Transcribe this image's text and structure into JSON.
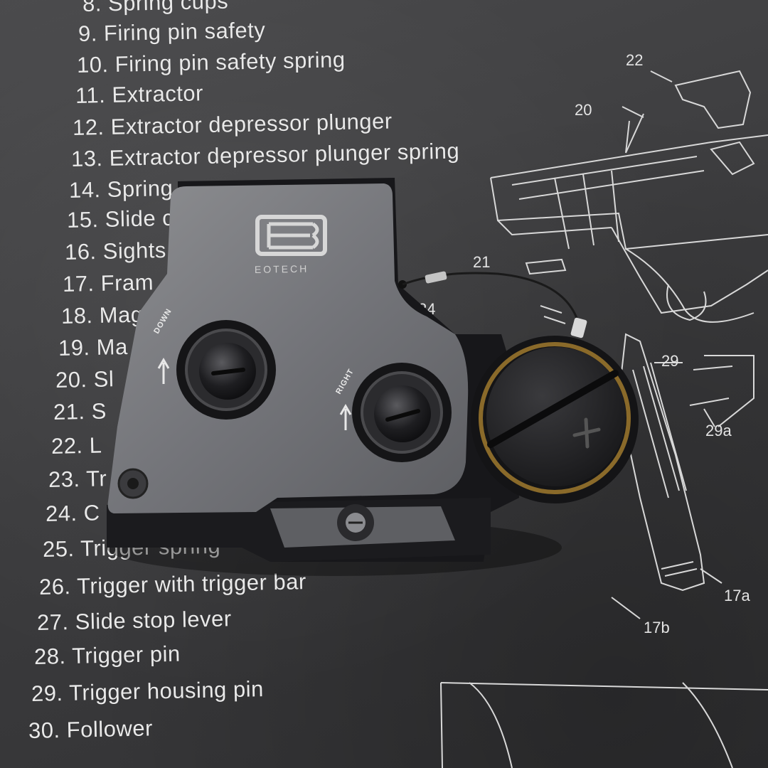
{
  "parts_list": [
    "8. Spring cups",
    "9. Firing pin safety",
    "10. Firing pin safety spring",
    "11. Extractor",
    "12. Extractor depressor plunger",
    "13. Extractor depressor plunger spring",
    "14. Spring",
    "15. Slide c",
    "16. Sights",
    "17. Fram",
    "18. Mag",
    "19. Ma",
    "20. Sl",
    "21. S",
    "22. L",
    "23. Tr",
    "24. C",
    "25. Trigger spring",
    "26. Trigger with trigger bar",
    "27. Slide stop lever",
    "28. Trigger pin",
    "29. Trigger housing pin",
    "30. Follower"
  ],
  "diagram_labels": [
    "22",
    "20",
    "21",
    "24",
    "29",
    "29a",
    "17a",
    "17b"
  ],
  "sight": {
    "brand": "EOTECH",
    "left_knob_label": "DOWN",
    "right_knob_label": "RIGHT"
  },
  "colors": {
    "mat": "#3d3d3f",
    "mat_text": "#e9e9e9",
    "sight_body": "#7a7b7e",
    "battery_cap": "#1e1e20",
    "cap_ring": "#8a6a2a"
  }
}
